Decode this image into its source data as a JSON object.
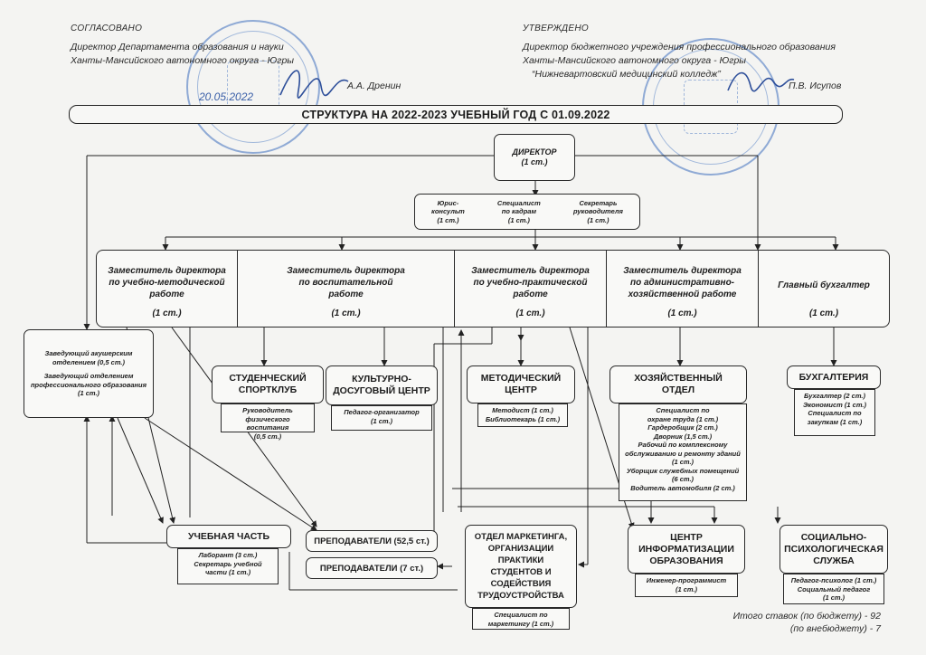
{
  "header": {
    "left": {
      "caption": "СОГЛАСОВАНО",
      "line1": "Директор Департамента образования и науки",
      "line2": "Ханты-Мансийского автономного округа - Югры",
      "signer": "А.А. Дренин",
      "date": "20.05.2022"
    },
    "right": {
      "caption": "УТВЕРЖДЕНО",
      "line1": "Директор бюджетного учреждения профессионального образования",
      "line2": "Ханты-Мансийского автономного округа - Югры",
      "line3": "“Нижневартовский медицинский колледж”",
      "signer": "П.В. Исупов"
    }
  },
  "title": "СТРУКТУРА НА 2022-2023 УЧЕБНЫЙ ГОД С 01.09.2022",
  "director": {
    "label": "ДИРЕКТОР",
    "rate": "(1 ст.)"
  },
  "staff": [
    {
      "l1": "Юрис-",
      "l2": "консульт",
      "rate": "(1 ст.)"
    },
    {
      "l1": "Специалист",
      "l2": "по кадрам",
      "rate": "(1 ст.)"
    },
    {
      "l1": "Секретарь",
      "l2": "руководителя",
      "rate": "(1 ст.)"
    }
  ],
  "deputies": [
    {
      "l1": "Заместитель директора",
      "l2": "по учебно-методической",
      "l3": "работе",
      "rate": "(1 ст.)"
    },
    {
      "l1": "Заместитель директора",
      "l2": "по воспитательной",
      "l3": "работе",
      "rate": "(1 ст.)"
    },
    {
      "l1": "Заместитель директора",
      "l2": "по учебно-практической",
      "l3": "работе",
      "rate": "(1 ст.)"
    },
    {
      "l1": "Заместитель директора",
      "l2": "по административно-",
      "l3": "хозяйственной работе",
      "rate": "(1 ст.)"
    },
    {
      "l1": "Главный бухгалтер",
      "l2": "",
      "l3": "",
      "rate": "(1 ст.)"
    }
  ],
  "heads": {
    "l1": "Заведующий акушерским",
    "l2": "отделением (0,5 ст.)",
    "l3": "Заведующий отделением",
    "l4": "профессионального образования",
    "l5": "(1 ст.)"
  },
  "sport": {
    "l1": "СТУДЕНЧЕСКИЙ",
    "l2": "СПОРТКЛУБ",
    "s1": "Руководитель",
    "s2": "физического воспитания",
    "s3": "(0,5 ст.)"
  },
  "culture": {
    "l1": "КУЛЬТУРНО-",
    "l2": "ДОСУГОВЫЙ ЦЕНТР",
    "s1": "Педагог-организатор",
    "s2": "(1 ст.)"
  },
  "method": {
    "l1": "МЕТОДИЧЕСКИЙ",
    "l2": "ЦЕНТР",
    "s1": "Методист (1 ст.)",
    "s2": "Библиотекарь (1 ст.)"
  },
  "household": {
    "l1": "ХОЗЯЙСТВЕННЫЙ",
    "l2": "ОТДЕЛ",
    "items": [
      "Специалист по",
      "охране труда (1 ст.)",
      "Гардеробщик (2 ст.)",
      "Дворник (1,5 ст.)",
      "Рабочий по комплексному",
      "обслуживанию и ремонту зданий",
      "(1 ст.)",
      "Уборщик служебных помещений",
      "(6 ст.)",
      "Водитель автомобиля (2 ст.)"
    ]
  },
  "accounting": {
    "label": "БУХГАЛТЕРИЯ",
    "items": [
      "Бухгалтер (2 ст.)",
      "Экономист (1 ст.)",
      "Специалист по",
      "закупкам (1 ст.)"
    ]
  },
  "study": {
    "label": "УЧЕБНАЯ ЧАСТЬ",
    "s1": "Лаборант (3 ст.)",
    "s2": "Секретарь учебной",
    "s3": "части (1 ст.)"
  },
  "teachers1": "ПРЕПОДАВАТЕЛИ (52,5 ст.)",
  "teachers2": "ПРЕПОДАВАТЕЛИ (7 ст.)",
  "marketing": {
    "lines": [
      "ОТДЕЛ МАРКЕТИНГА,",
      "ОРГАНИЗАЦИИ",
      "ПРАКТИКИ",
      "СТУДЕНТОВ И",
      "СОДЕЙСТВИЯ",
      "ТРУДОУСТРОЙСТВА"
    ],
    "s1": "Специалист по",
    "s2": "маркетингу (1 ст.)"
  },
  "it": {
    "l1": "ЦЕНТР",
    "l2": "ИНФОРМАТИЗАЦИИ",
    "l3": "ОБРАЗОВАНИЯ",
    "s1": "Инженер-программист",
    "s2": "(1 ст.)"
  },
  "psych": {
    "l1": "СОЦИАЛЬНО-",
    "l2": "ПСИХОЛОГИЧЕСКАЯ",
    "l3": "СЛУЖБА",
    "s1": "Педагог-психолог  (1 ст.)",
    "s2": "Социальный педагог",
    "s3": "(1 ст.)"
  },
  "totals": {
    "l1": "Итого ставок (по бюджету) - 92",
    "l2": "(по внебюджету) - 7"
  }
}
